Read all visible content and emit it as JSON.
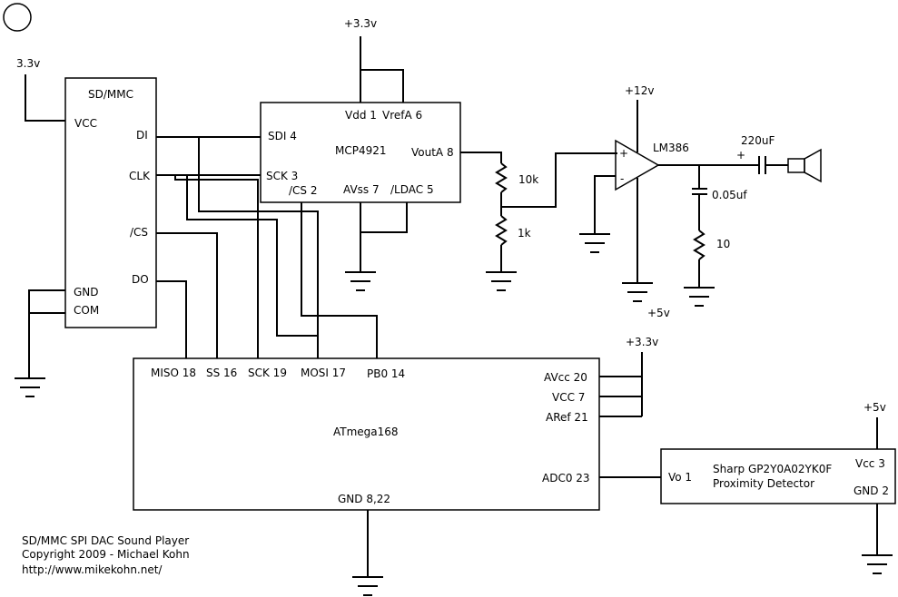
{
  "title_block": {
    "line1": "SD/MMC SPI DAC Sound Player",
    "line2": "Copyright 2009 - Michael Kohn",
    "line3": "http://www.mikekohn.net/"
  },
  "sdmmc": {
    "name": "SD/MMC",
    "supply": "3.3v",
    "pins": {
      "vcc": "VCC",
      "di": "DI",
      "clk": "CLK",
      "cs": "/CS",
      "do": "DO",
      "gnd": "GND",
      "com": "COM"
    }
  },
  "dac": {
    "name": "MCP4921",
    "supply": "+3.3v",
    "pins": {
      "vdd": "Vdd 1",
      "vref": "VrefA 6",
      "sdi": "SDI 4",
      "sck": "SCK 3",
      "cs": "/CS 2",
      "avss": "AVss 7",
      "ldac": "/LDAC 5",
      "vout": "VoutA 8"
    }
  },
  "divider": {
    "r1": "10k",
    "r2": "1k"
  },
  "amp": {
    "name": "LM386",
    "supply_top": "+12v",
    "supply_bottom": "+5v",
    "plus": "+",
    "minus": "-"
  },
  "output": {
    "cap": "220uF",
    "cap_plus": "+",
    "zobel_cap": "0.05uf",
    "zobel_res": "10"
  },
  "mcu": {
    "name": "ATmega168",
    "supply": "+3.3v",
    "pins": {
      "miso": "MISO 18",
      "ss": "SS 16",
      "sck": "SCK 19",
      "mosi": "MOSI 17",
      "pb0": "PB0 14",
      "avcc": "AVcc 20",
      "vcc": "VCC 7",
      "aref": "ARef 21",
      "adc0": "ADC0 23",
      "gnd": "GND 8,22"
    }
  },
  "sensor": {
    "name": "Sharp GP2Y0A02YK0F",
    "desc": "Proximity Detector",
    "supply": "+5v",
    "pins": {
      "vo": "Vo 1",
      "vcc": "Vcc 3",
      "gnd": "GND 2"
    }
  }
}
